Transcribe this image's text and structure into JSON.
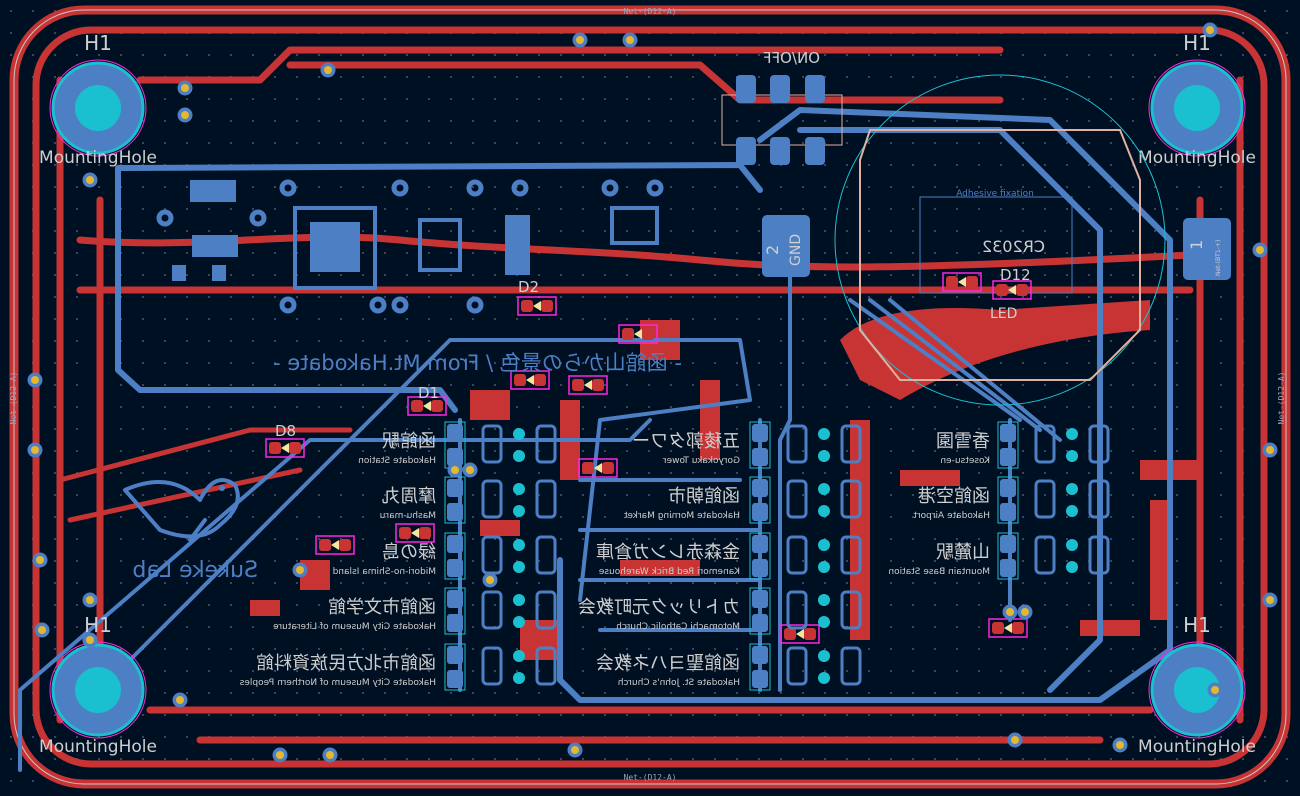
{
  "colors": {
    "background": "#001023",
    "front_copper": "#c83434",
    "back_copper": "#4d7fc4",
    "silkscreen": "#cfcfcf",
    "courtyard": "#ff26e2",
    "via_ring": "#e3b72f",
    "drill": "#1bc0d0"
  },
  "nets": {
    "edge_net_top": "Net-(D12-A)",
    "edge_net_bottom": "Net-(D12-A)",
    "edge_net_left": "Net-(D12-A)",
    "edge_net_right": "Net-(D12-A)"
  },
  "mounting_holes": [
    {
      "ref": "H1",
      "value": "MountingHole"
    },
    {
      "ref": "H1",
      "value": "MountingHole"
    },
    {
      "ref": "H1",
      "value": "MountingHole"
    },
    {
      "ref": "H1",
      "value": "MountingHole"
    }
  ],
  "switch": {
    "label": "ON/OFF"
  },
  "battery": {
    "gnd_pad_number": "2",
    "gnd_pad_net": "GND",
    "plus_pad_number": "1",
    "plus_pad_net": "Net-(BT1-+)",
    "value": "CR2032",
    "note": "Adhesive fixation"
  },
  "leds": {
    "d1": "D1",
    "d2": "D2",
    "d8": "D8",
    "d12": "D12",
    "value": "LED"
  },
  "title_text": "- 函館山からの景色 / From Mt.Hakodate -",
  "logo_text": "Sukeke Lab",
  "landmarks": [
    {
      "jp": "函館駅",
      "en": "Hakodate Station"
    },
    {
      "jp": "摩周丸",
      "en": "Mashu-maru"
    },
    {
      "jp": "緑の島",
      "en": "Midori-no-Shima Island"
    },
    {
      "jp": "函館市文学館",
      "en": "Hakodate City Museum of Literature"
    },
    {
      "jp": "函館市北方民族資料館",
      "en": "Hakodate City Museum of Northern Peoples"
    },
    {
      "jp": "五稜郭タワー",
      "en": "Goryokaku Tower"
    },
    {
      "jp": "函館朝市",
      "en": "Hakodate Morning Market"
    },
    {
      "jp": "金森赤レンガ倉庫",
      "en": "Kanemori Red Brick Warehouse"
    },
    {
      "jp": "カトリック元町教会",
      "en": "Motomachi Catholic Church"
    },
    {
      "jp": "函館聖ヨハネ教会",
      "en": "Hakodate St. John's Church"
    },
    {
      "jp": "香雪園",
      "en": "Kosetsu-en"
    },
    {
      "jp": "函館空港",
      "en": "Hakodate Airport"
    },
    {
      "jp": "山麓駅",
      "en": "Mountain Base Station"
    }
  ]
}
